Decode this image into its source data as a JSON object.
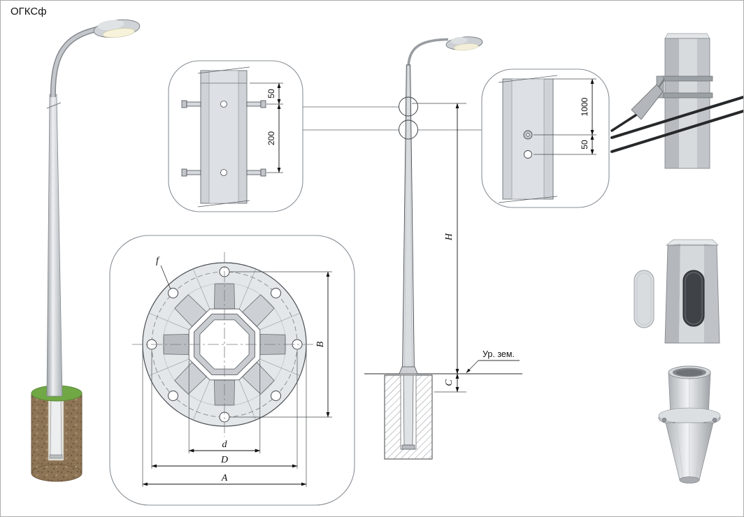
{
  "title": "ОГКСф",
  "detail_joint": {
    "dim_top": "50",
    "dim_spacing": "200"
  },
  "detail_ground": {
    "dim_length": "1000",
    "dim_offset": "50"
  },
  "elevation": {
    "height_label": "H",
    "embed_label": "C",
    "ground_label": "Ур. зем."
  },
  "flange": {
    "hole_label": "f",
    "across_flats_label": "d",
    "bolt_circle_label": "D",
    "outer_dia_label": "A",
    "bolt_span_label": "B"
  },
  "colors": {
    "grass": "#6fa844",
    "soil": "#8d7454",
    "cable": "#26282a"
  }
}
